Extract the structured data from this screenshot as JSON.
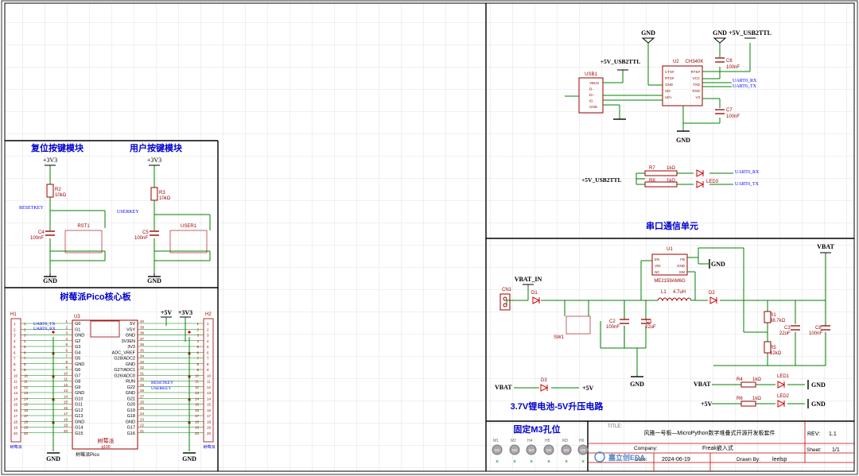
{
  "colors": {
    "wire": "#008000",
    "frame": "#000000",
    "title_blue": "#0000cc",
    "grid": "#d7d7d7",
    "net_blue": "#0000ff",
    "component": "#990000",
    "pin_red": "#cc0000",
    "led_red": "#cc0000",
    "title_block": "#c00000"
  },
  "sections": {
    "reset_key": "复位按键模块",
    "user_key": "用户按键模块",
    "pico_board": "树莓派Pico核心板",
    "uart_unit": "串口通信单元",
    "boost": "3.7V锂电池-5V升压电路",
    "mounting": "固定M3孔位"
  },
  "power": {
    "v3v3": "+3V3",
    "gnd": "GND",
    "v5": "+5V",
    "v5_usb": "+5V_USB2TTL",
    "vbat": "VBAT",
    "vbat_in": "VBAT_IN"
  },
  "nets": {
    "resetkey": "RESETKEY",
    "userkey": "USERKEY",
    "uart0_rx": "UART0_RX",
    "uart0_tx": "UART0_TX"
  },
  "reset_module": {
    "r": "R2",
    "r_val": "10kΩ",
    "c": "C4",
    "c_val": "100nF",
    "sw": "RST1"
  },
  "user_module": {
    "r": "R3",
    "r_val": "10kΩ",
    "c": "C5",
    "c_val": "100nF",
    "sw": "USER1"
  },
  "pico": {
    "u": "U3",
    "h1": "H1",
    "h2": "H2",
    "left_pins": [
      "G0",
      "G1",
      "GND",
      "G2",
      "G3",
      "G4",
      "G5",
      "GND",
      "G6",
      "G7",
      "G8",
      "G9",
      "GND",
      "G10",
      "G11",
      "G12",
      "G13",
      "GND",
      "G14",
      "G15"
    ],
    "right_pins": [
      "5V",
      "VSY",
      "GND",
      "3V3EN",
      "3V3",
      "ADC_VREF",
      "G28/ADC2",
      "GND",
      "G27/ADC1",
      "G26/ADC0",
      "RUN",
      "G22",
      "GND",
      "G21",
      "G20",
      "G19",
      "G18",
      "GND",
      "G17",
      "G16"
    ],
    "left_nums": [
      "1",
      "2",
      "3",
      "4",
      "5",
      "6",
      "7",
      "8",
      "9",
      "10",
      "11",
      "12",
      "13",
      "14",
      "15",
      "16",
      "17",
      "18",
      "19",
      "20"
    ],
    "right_nums": [
      "40",
      "39",
      "38",
      "37",
      "36",
      "35",
      "34",
      "33",
      "32",
      "31",
      "30",
      "29",
      "28",
      "27",
      "26",
      "25",
      "24",
      "23",
      "22",
      "21"
    ],
    "header_label": "树莓派",
    "module_name": "树莓派",
    "module_sub": "g100",
    "footer_left": "树莓派Pico",
    "footer_right": "树莓派"
  },
  "uart": {
    "usb": "USB1",
    "ic": "U2",
    "ic_name": "CH340K",
    "c6": "C6",
    "c6_val": "100nF",
    "c7": "C7",
    "c7_val": "100nF",
    "r7": "R7",
    "r7_val": "1kΩ",
    "r8": "R8",
    "r8_val": "1kΩ",
    "led3": "LED3",
    "usb_pins": [
      "VBUS",
      "D-",
      "D+",
      "ID",
      "GND"
    ],
    "ic_left_pins": [
      "CTS#",
      "RTS#",
      "GND",
      "UD-",
      "UD+"
    ],
    "ic_right_pins": [
      "RTS#",
      "VCC",
      "TXD",
      "RXD",
      "V3"
    ]
  },
  "boost_circuit": {
    "u1": "U1",
    "u1_name": "ME2159AM6G",
    "u1_pins_left": [
      "EN",
      "VIN",
      "NC"
    ],
    "u1_pins_right": [
      "FB",
      "GND",
      "SW"
    ],
    "cn1": "CN1",
    "d1": "D1",
    "d2": "D2",
    "d3": "D3",
    "l1": "L1",
    "l1_val": "4.7uH",
    "c1": "C1",
    "c1_val": "22uF",
    "c2": "C2",
    "c2_val": "100nF",
    "c3": "C3",
    "c3_val": "22uF",
    "c8": "C8",
    "c8_val": "100nF",
    "r1": "R1",
    "r1_val": "88.7kΩ",
    "r5": "R5",
    "r5_val": "12kΩ",
    "r4": "R4",
    "r4_val": "1kΩ",
    "r6": "R6",
    "r6_val": "1kΩ",
    "led1": "LED1",
    "led2": "LED2",
    "sw1": "SW1"
  },
  "holes": [
    "M3",
    "M3",
    "M3",
    "M3",
    "M3",
    "M3"
  ],
  "hole_ids": [
    "M1",
    "M2",
    "H4",
    "H5",
    "M3",
    "H6"
  ],
  "title_block": {
    "title_label": "TITLE:",
    "title": "风雅一号板—MicroPython数字堆叠式开源开发板套件",
    "rev_label": "REV:",
    "rev": "1.1",
    "company_label": "Company:",
    "company": "Freak嵌入式",
    "sheet_label": "Sheet:",
    "sheet": "1/1",
    "date_label": "Date:",
    "date": "2024-06-19",
    "drawn_label": "Drawn By:",
    "drawn": "leelsp",
    "logo": "嘉立创EDA"
  }
}
